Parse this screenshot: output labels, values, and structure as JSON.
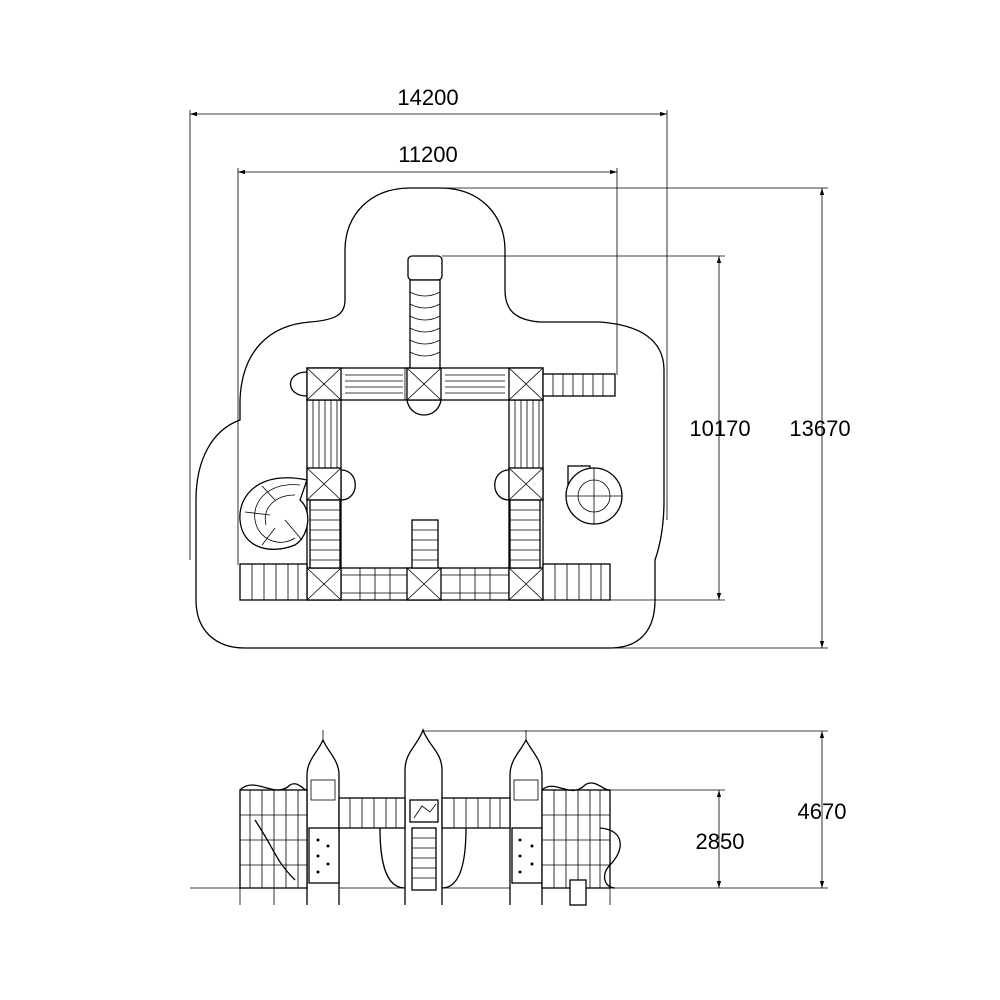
{
  "plan_view": {
    "dim_overall_width": "14200",
    "dim_inner_width": "11200",
    "dim_inner_depth": "10170",
    "dim_overall_depth": "13670"
  },
  "elevation_view": {
    "dim_total_height": "4670",
    "dim_platform_height": "2850"
  }
}
